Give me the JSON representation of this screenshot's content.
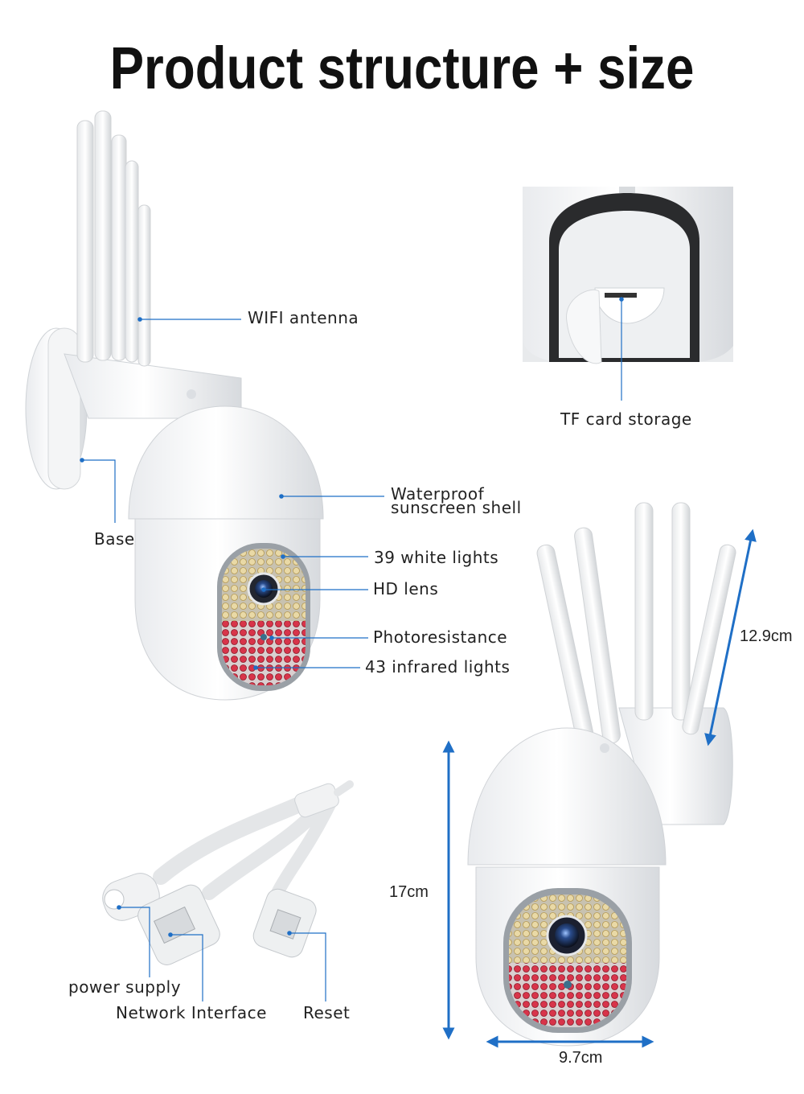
{
  "title": "Product structure + size",
  "labels": {
    "wifi_antenna": "WIFI antenna",
    "tf_card": "TF card storage",
    "shell_line1": "Waterproof",
    "shell_line2": "sunscreen shell",
    "base": "Base",
    "white_lights": "39 white lights",
    "hd_lens": "HD lens",
    "photoresistance": "Photoresistance",
    "infrared_lights": "43 infrared lights",
    "power_supply": "power supply",
    "network_interface": "Network Interface",
    "reset": "Reset"
  },
  "dimensions": {
    "antenna_height": "12.9cm",
    "camera_height": "17cm",
    "camera_width": "9.7cm"
  },
  "colors": {
    "leader_line": "#1f6fc6",
    "dimension_arrow": "#1f6fc6",
    "text": "#222222"
  }
}
